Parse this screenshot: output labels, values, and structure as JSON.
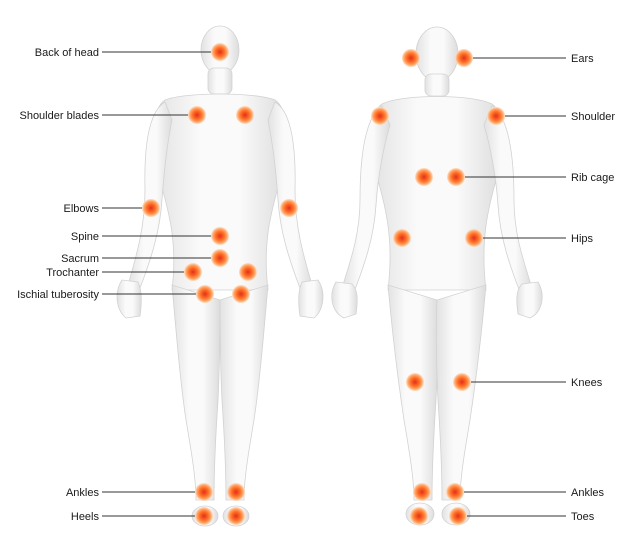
{
  "colors": {
    "dot_outer": "#ffd7b0",
    "dot_mid": "#ff7a2a",
    "dot_core": "#e0301e",
    "body_light": "#f7f7f7",
    "body_shade": "#dedede",
    "leader_line": "#333333"
  },
  "left_figure_labels": [
    "Back of head",
    "Shoulder blades",
    "Elbows",
    "Spine",
    "Sacrum",
    "Trochanter",
    "Ischial tuberosity",
    "Ankles",
    "Heels"
  ],
  "right_figure_labels": [
    "Ears",
    "Shoulder",
    "Rib cage",
    "Hips",
    "Knees",
    "Ankles",
    "Toes"
  ]
}
